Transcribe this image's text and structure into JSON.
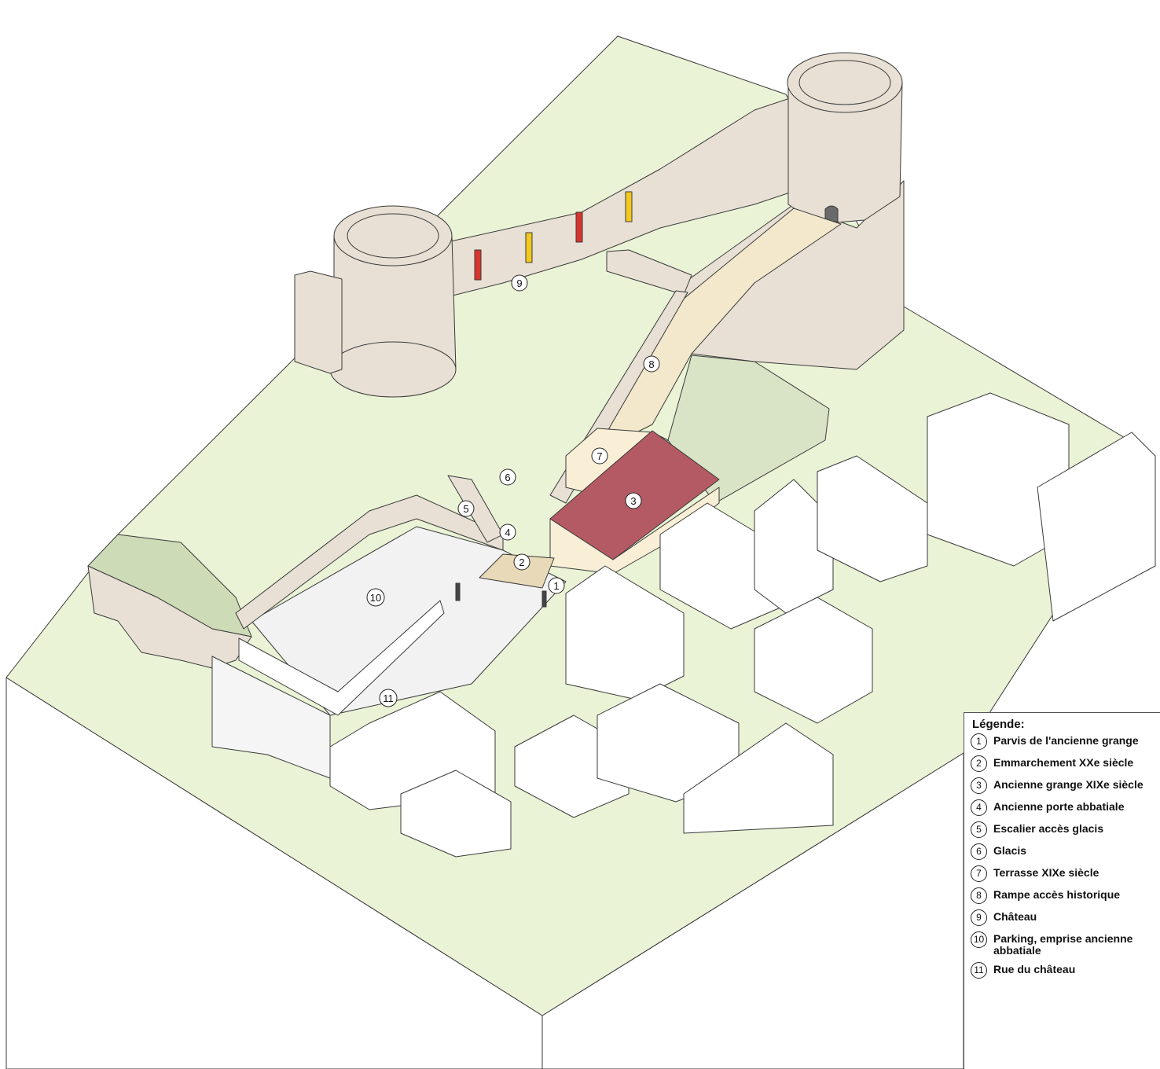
{
  "legend": {
    "title": "Légende:",
    "items": [
      {
        "num": "1",
        "label": "Parvis de l'ancienne grange"
      },
      {
        "num": "2",
        "label": "Emmarchement XXe siècle"
      },
      {
        "num": "3",
        "label": "Ancienne grange XIXe siècle"
      },
      {
        "num": "4",
        "label": "Ancienne porte abbatiale"
      },
      {
        "num": "5",
        "label": "Escalier accès glacis"
      },
      {
        "num": "6",
        "label": "Glacis"
      },
      {
        "num": "7",
        "label": "Terrasse XIXe siècle"
      },
      {
        "num": "8",
        "label": "Rampe accès historique"
      },
      {
        "num": "9",
        "label": "Château"
      },
      {
        "num": "10",
        "label": "Parking, emprise ancienne abbatiale"
      },
      {
        "num": "11",
        "label": "Rue du château"
      }
    ]
  },
  "markers": {
    "m1": "1",
    "m2": "2",
    "m3": "3",
    "m4": "4",
    "m5": "5",
    "m6": "6",
    "m7": "7",
    "m8": "8",
    "m9": "9",
    "m10": "10",
    "m11": "11"
  },
  "colors": {
    "grass": "#eaf3d6",
    "stone": "#e8e0d4",
    "roof": "#b45a64",
    "terrace": "#f8efd6",
    "outline": "#3a3a3a",
    "banner_red": "#d9342b",
    "banner_yellow": "#f3c81e"
  }
}
